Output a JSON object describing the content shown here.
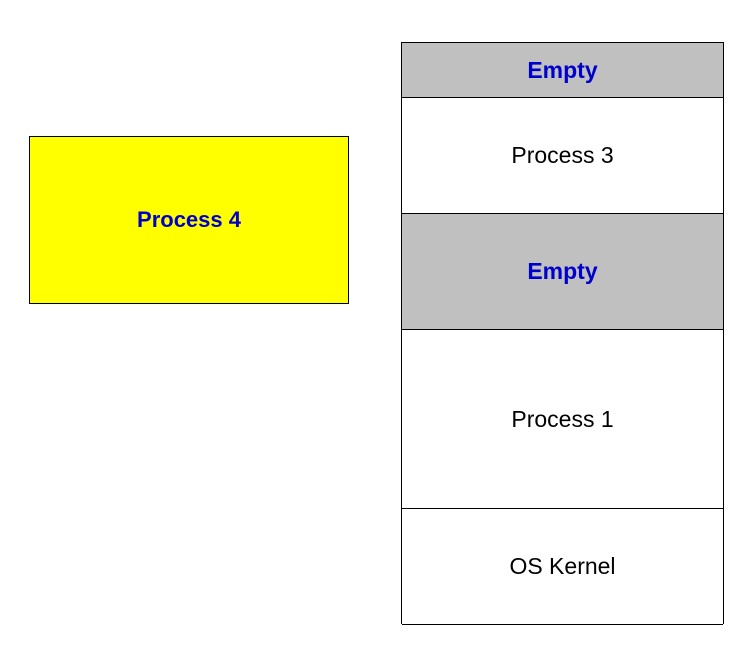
{
  "colors": {
    "empty_fill": "#c0c0c0",
    "process_fill": "#ffffff",
    "incoming_fill": "#ffff00",
    "empty_text": "#0000cc",
    "process_text": "#000000",
    "incoming_text": "#0000cc"
  },
  "incoming_process": {
    "label": "Process 4"
  },
  "memory": {
    "blocks": [
      {
        "label": "Empty",
        "kind": "empty"
      },
      {
        "label": "Process 3",
        "kind": "process"
      },
      {
        "label": "Empty",
        "kind": "empty"
      },
      {
        "label": "Process 1",
        "kind": "process"
      },
      {
        "label": "OS Kernel",
        "kind": "process"
      }
    ]
  }
}
